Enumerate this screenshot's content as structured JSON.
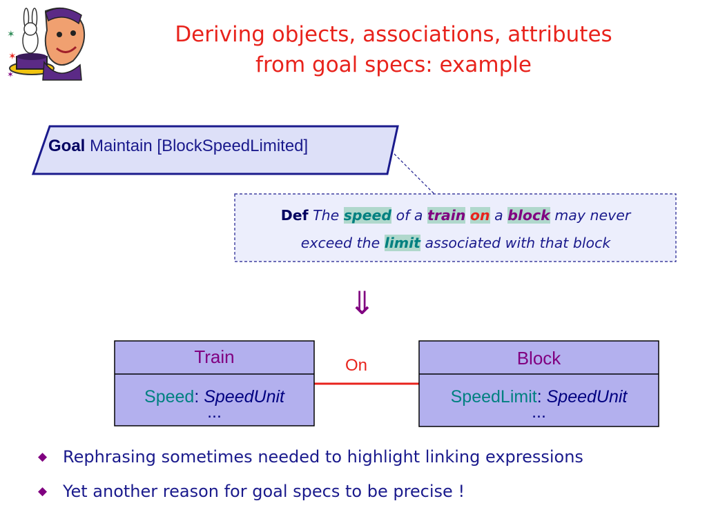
{
  "title": {
    "line1": "Deriving objects, associations, attributes",
    "line2": "from goal specs:  example"
  },
  "goal": {
    "keyword": "Goal",
    "name": "Maintain [BlockSpeedLimited]"
  },
  "definition": {
    "keyword": "Def",
    "segments": {
      "s1": "The",
      "speed": "speed",
      "s2": "of a",
      "train": "train",
      "on": "on",
      "s3": "a",
      "block": "block",
      "s4": "may never",
      "s5": "exceed the",
      "limit": "limit",
      "s6": "associated with that block"
    }
  },
  "arrow_glyph": "⇓",
  "classes": [
    {
      "name": "Train",
      "attribute": "Speed",
      "separator": ":",
      "type": "SpeedUnit",
      "more": "..."
    },
    {
      "name": "Block",
      "attribute": "SpeedLimit",
      "separator": ":",
      "type": "SpeedUnit",
      "more": "..."
    }
  ],
  "association": {
    "label": "On"
  },
  "bullets": [
    {
      "marker": "◆",
      "text": "Rephrasing sometimes needed to highlight linking expressions"
    },
    {
      "marker": "◆",
      "text": "Yet another reason for goal specs to be precise !"
    }
  ],
  "colors": {
    "title": "#e8231c",
    "goal_fill": "#dde0f8",
    "def_fill": "#eceefc",
    "class_fill": "#b3b0ee",
    "association": "#e8231c",
    "bullet_marker": "#800080",
    "text": "#1a1a8c"
  }
}
